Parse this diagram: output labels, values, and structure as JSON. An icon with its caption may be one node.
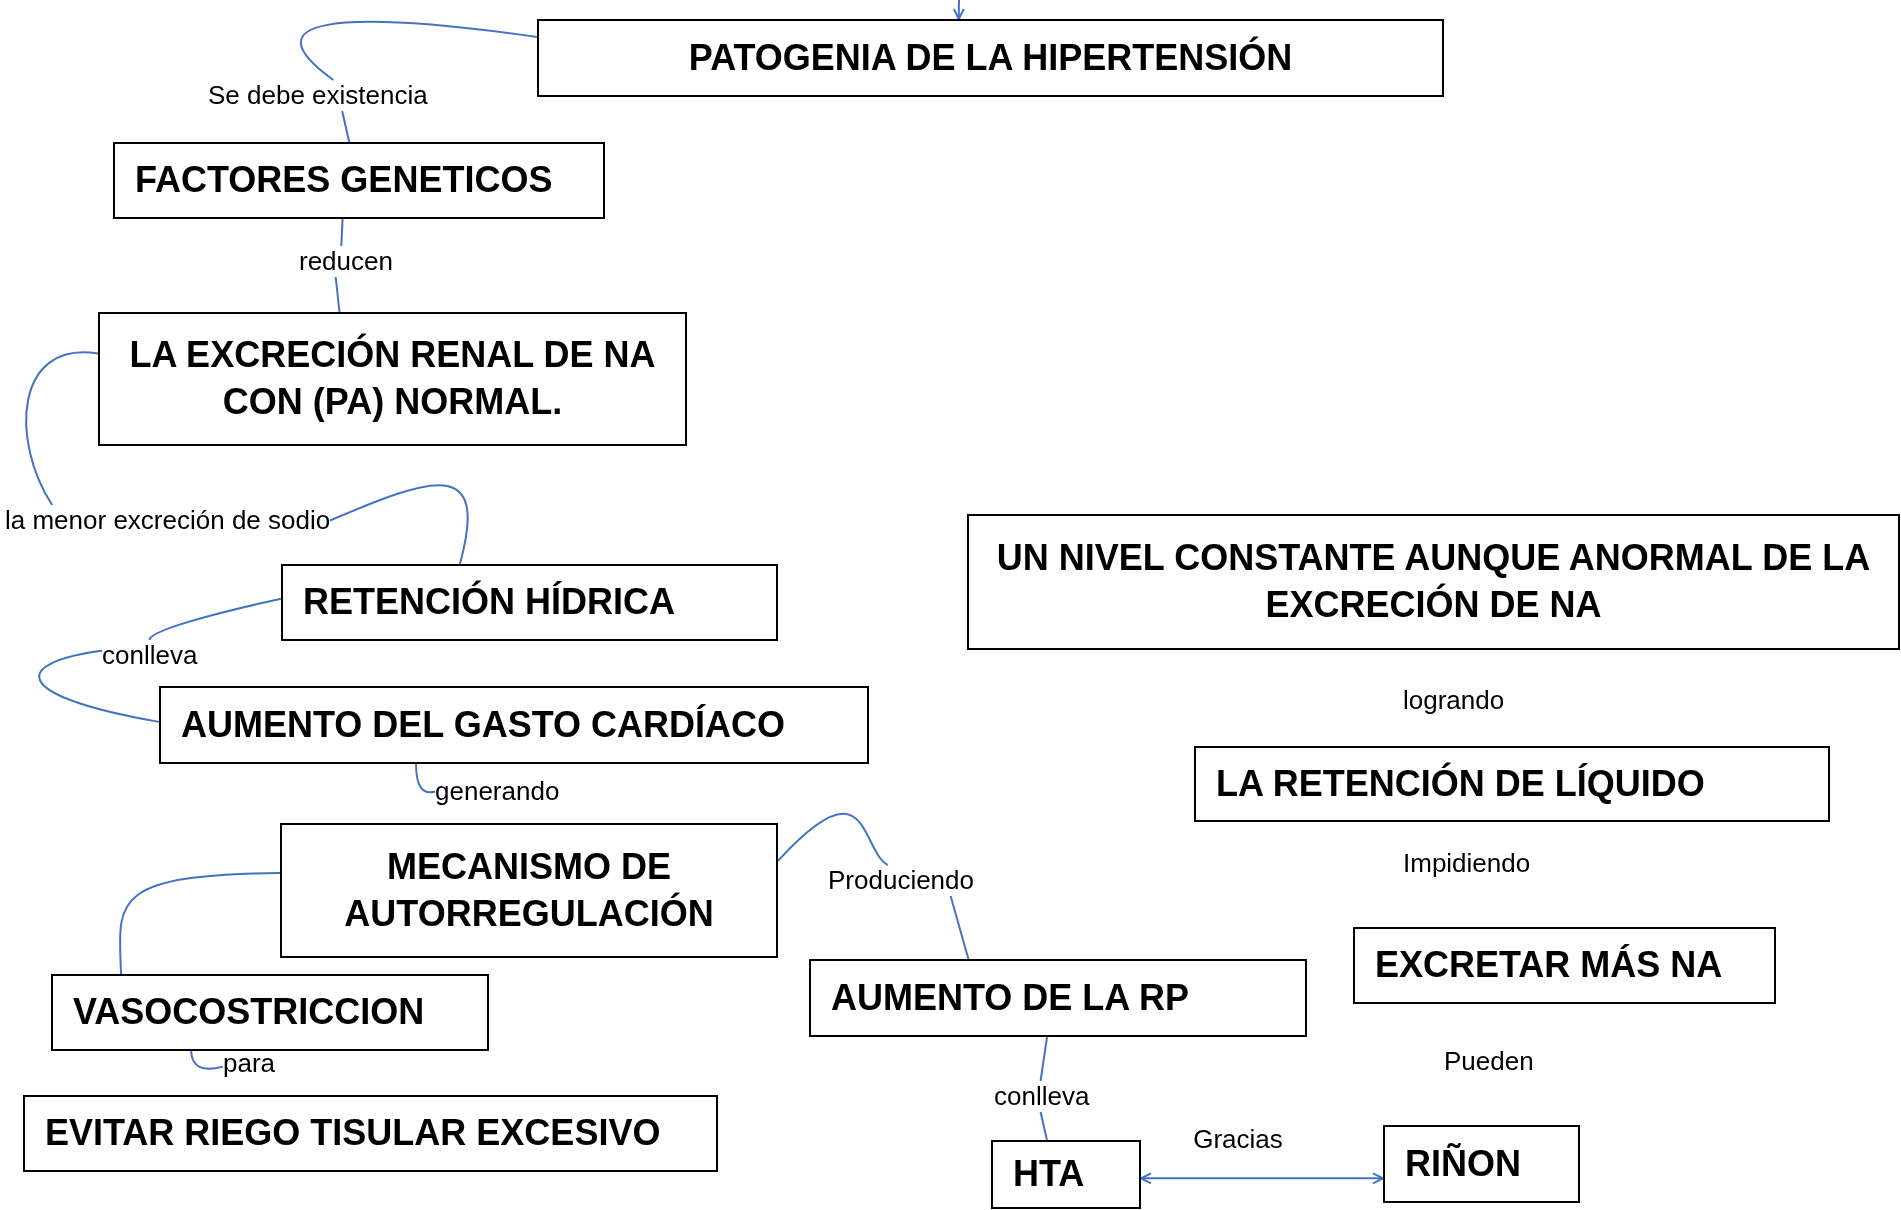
{
  "diagram": {
    "nodes": [
      {
        "text": [
          "PATOGENIA DE LA HIPERTENSIÓN"
        ]
      },
      {
        "text": [
          "Se debe existencia"
        ]
      },
      {
        "text": [
          "FACTORES GENETICOS"
        ]
      },
      {
        "text": [
          "reducen"
        ]
      },
      {
        "text": [
          "LA EXCRECIÓN RENAL DE NA CON (PA) NORMAL."
        ]
      },
      {
        "text": [
          "la menor excreción de sodio"
        ]
      },
      {
        "text": [
          "RETENCIÓN HÍDRICA"
        ]
      },
      {
        "text": [
          "conlleva"
        ]
      },
      {
        "text": [
          "AUMENTO DEL GASTO CARDÍACO"
        ]
      },
      {
        "text": [
          "generando"
        ]
      },
      {
        "text": [
          "MECANISMO DE AUTORREGULACIÓN"
        ]
      },
      {
        "text": [
          "Produciendo"
        ]
      },
      {
        "text": [
          "VASOCOSTRICCION"
        ]
      },
      {
        "text": [
          "para"
        ]
      },
      {
        "text": [
          "EVITAR RIEGO TISULAR EXCESIVO"
        ]
      },
      {
        "text": [
          "AUMENTO DE LA RP"
        ]
      },
      {
        "text": [
          "conlleva"
        ]
      },
      {
        "text": [
          "HTA"
        ]
      },
      {
        "text": [
          "RIÑON"
        ]
      },
      {
        "text": [
          "UN NIVEL CONSTANTE AUNQUE ANORMAL DE LA EXCRECIÓN DE NA"
        ]
      },
      {
        "text": [
          "LA RETENCIÓN DE LÍQUIDO"
        ]
      },
      {
        "text": [
          "EXCRETAR MÁS NA"
        ]
      }
    ],
    "edges": [
      {
        "from": null,
        "to": 0,
        "arrow": "to"
      },
      {
        "from": 0,
        "to": 1,
        "arrow": "none"
      },
      {
        "from": 1,
        "to": 2,
        "arrow": "none"
      },
      {
        "from": 2,
        "to": 3,
        "arrow": "none"
      },
      {
        "from": 3,
        "to": 4,
        "arrow": "none"
      },
      {
        "from": 4,
        "to": 5,
        "arrow": "none"
      },
      {
        "from": 5,
        "to": 6,
        "arrow": "none"
      },
      {
        "from": 6,
        "to": 7,
        "arrow": "none"
      },
      {
        "from": 7,
        "to": 8,
        "arrow": "none"
      },
      {
        "from": 8,
        "to": 9,
        "arrow": "none"
      },
      {
        "from": 10,
        "to": 11,
        "arrow": "none"
      },
      {
        "from": 11,
        "to": 15,
        "arrow": "none"
      },
      {
        "from": 10,
        "to": 12,
        "arrow": "none"
      },
      {
        "from": 12,
        "to": 13,
        "arrow": "none"
      },
      {
        "from": 15,
        "to": 16,
        "arrow": "none"
      },
      {
        "from": 16,
        "to": 17,
        "arrow": "none"
      },
      {
        "from": 17,
        "to": 18,
        "arrow": "both",
        "label": "Gracias"
      }
    ],
    "labels": [
      "logrando",
      "Impidiendo",
      "Pueden"
    ]
  }
}
